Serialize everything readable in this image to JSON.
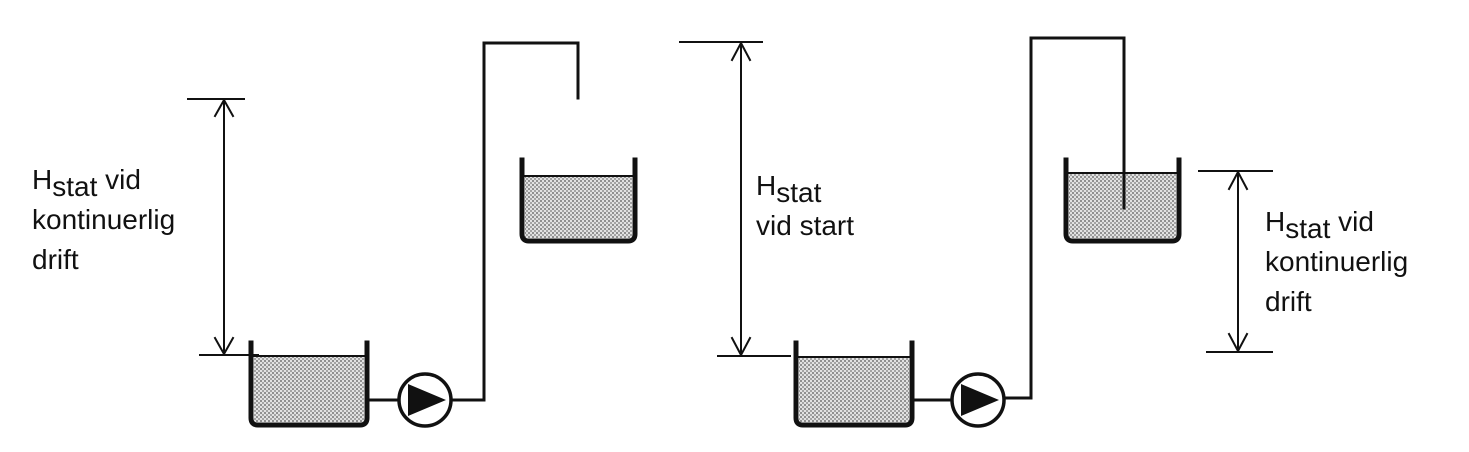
{
  "labels": {
    "left_panel": {
      "h_symbol": "H",
      "h_subscript": "stat",
      "line1_suffix": " vid",
      "line2": "kontinuerlig",
      "line3": "drift"
    },
    "right_panel_start": {
      "h_symbol": "H",
      "h_subscript": "stat",
      "line2": "vid start"
    },
    "right_panel_continuous": {
      "h_symbol": "H",
      "h_subscript": "stat",
      "line1_suffix": " vid",
      "line2": "kontinuerlig",
      "line3": "drift"
    }
  },
  "colors": {
    "ink": "#111111",
    "liquid_fill": "#cfcfcf"
  },
  "icons": [
    "pump-icon",
    "arrow-up-icon",
    "arrow-down-icon"
  ]
}
